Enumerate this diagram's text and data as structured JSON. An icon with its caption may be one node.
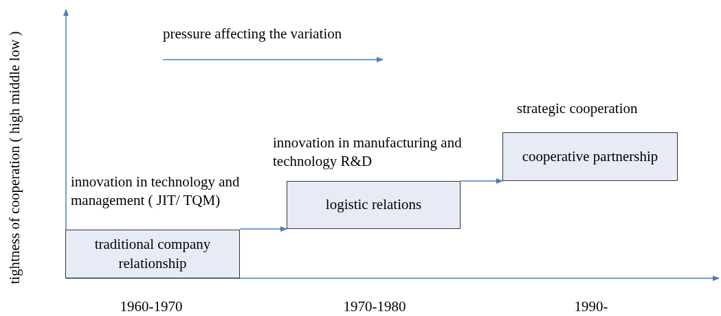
{
  "diagram": {
    "nodes": [
      {
        "text": [
          "traditional company relationship"
        ]
      },
      {
        "text": [
          "logistic relations"
        ]
      },
      {
        "text": [
          "cooperative partnership"
        ],
        "beside": [
          "strategic cooperation"
        ]
      }
    ],
    "edges": [
      {
        "from": 0,
        "to": 1,
        "arrow": "to",
        "label": "innovation in technology and management ( JIT/ TQM)"
      },
      {
        "from": 1,
        "to": 2,
        "arrow": "to",
        "label": "innovation in manufacturing and technology R&D"
      }
    ],
    "labels": [
      "pressure affecting the variation",
      "tightness of cooperation ( high middle low )",
      "1960-1970",
      "1970-1980",
      "1990-"
    ]
  }
}
